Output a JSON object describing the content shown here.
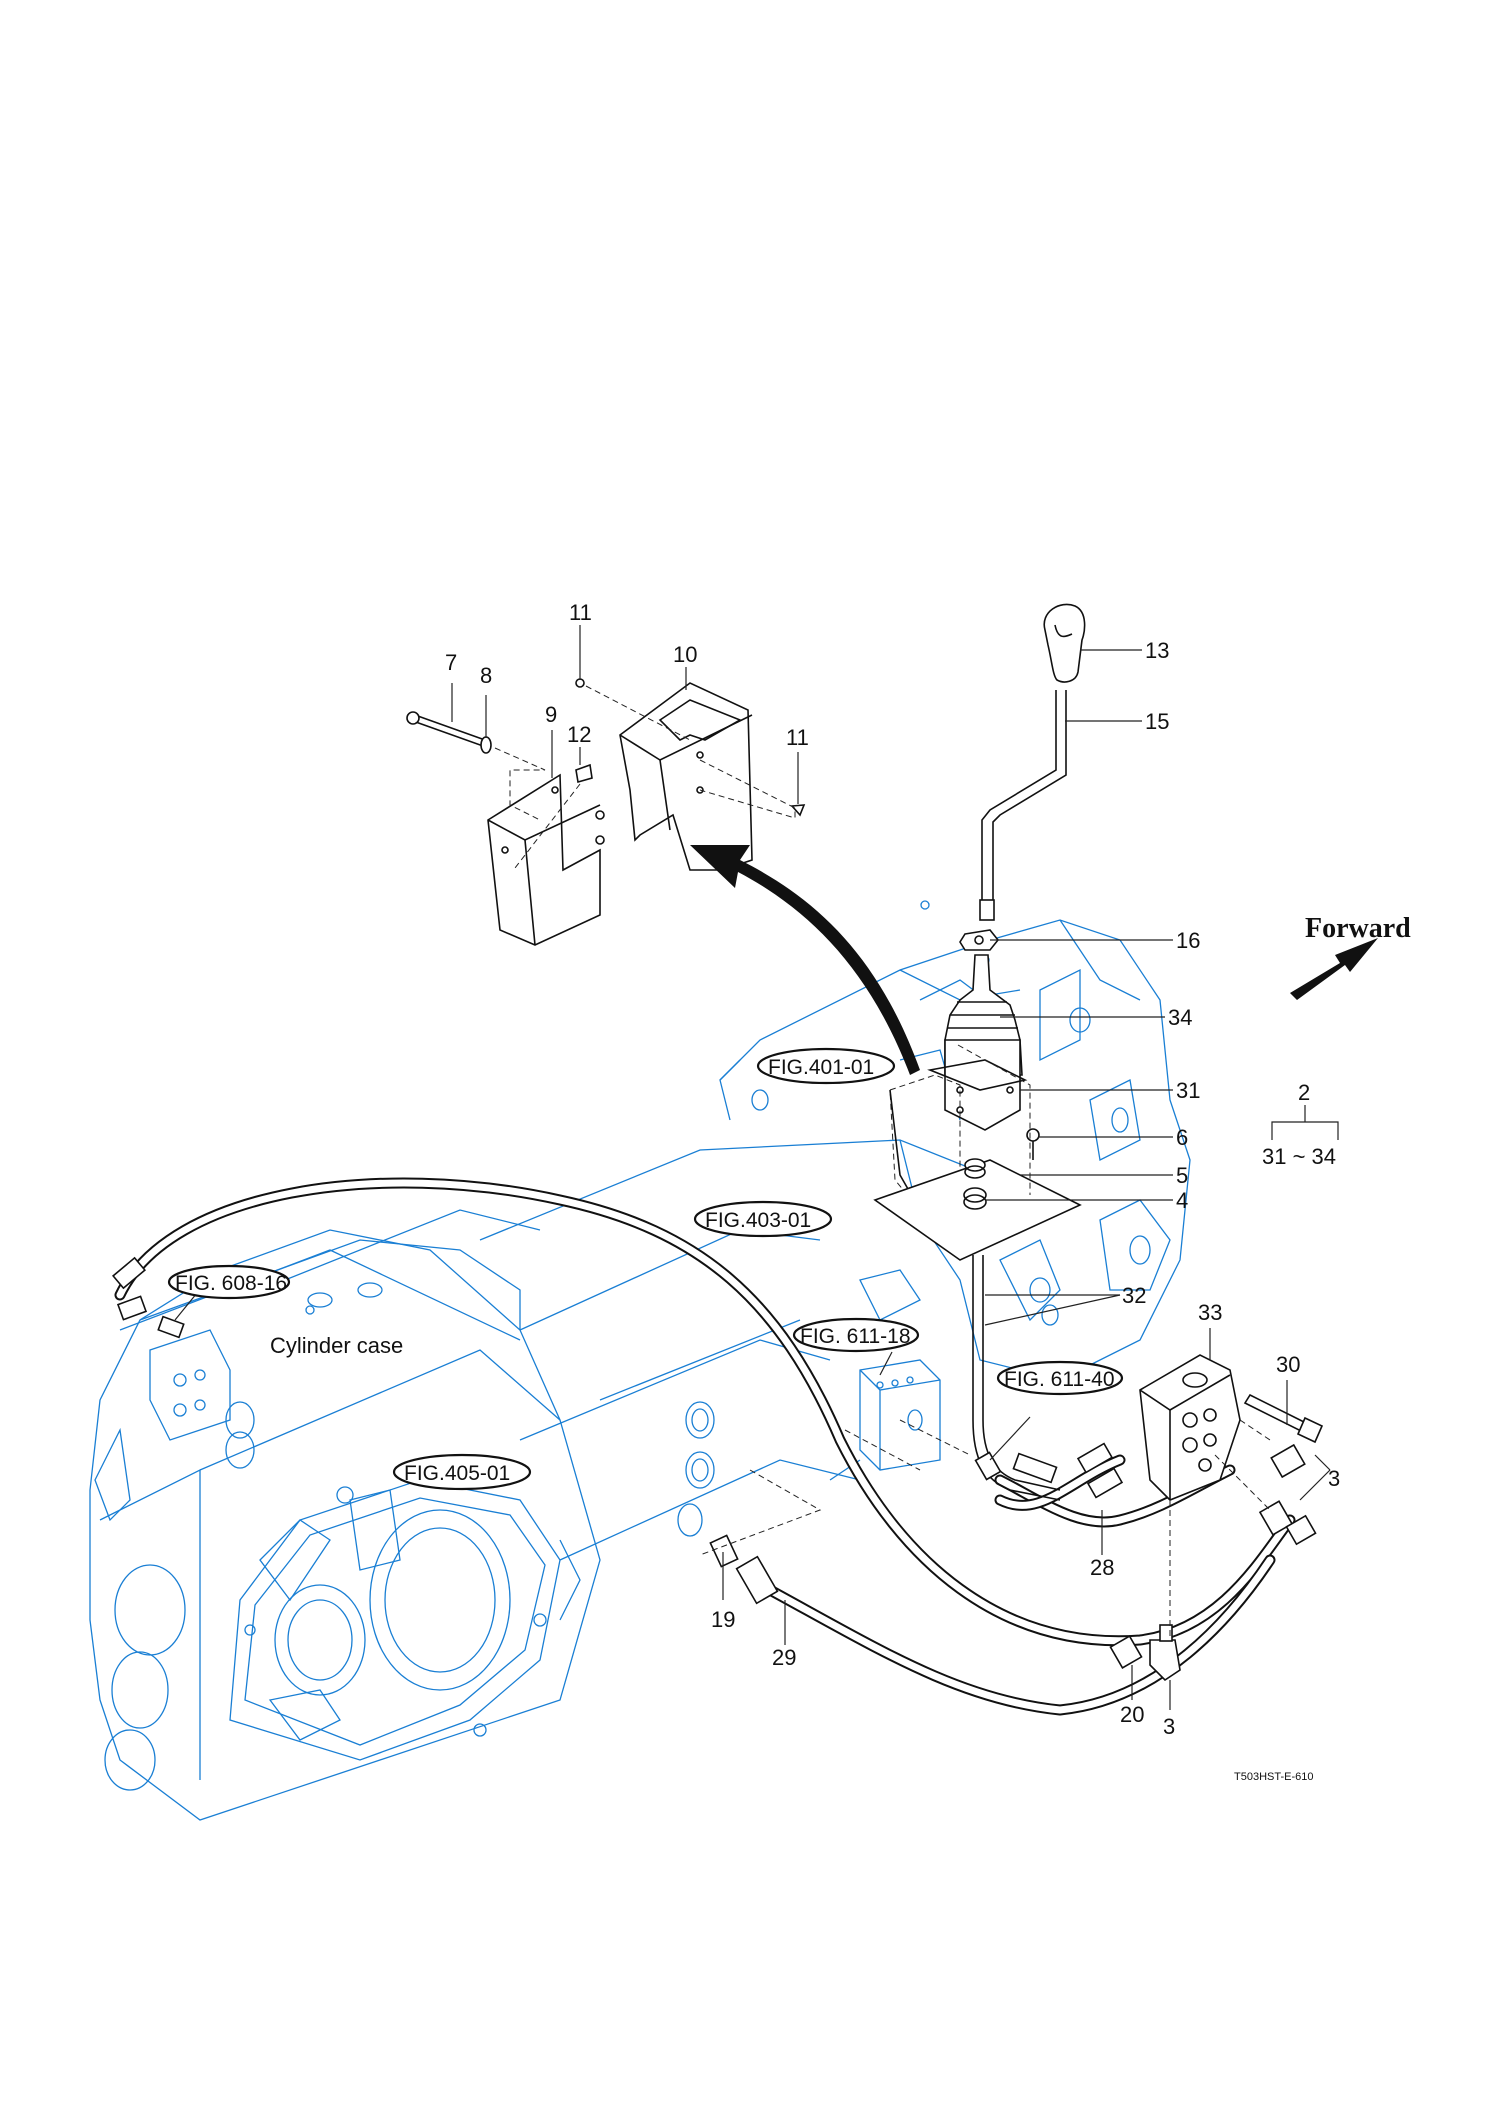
{
  "diagram": {
    "drawing_id": "T503HST-E-610",
    "direction_label": "Forward",
    "assembly_bracket": {
      "parent": "2",
      "range": "31 ~ 34"
    },
    "component_label": "Cylinder case",
    "figure_refs": [
      {
        "id": "fig-401-01",
        "label": "FIG.401-01"
      },
      {
        "id": "fig-403-01",
        "label": "FIG.403-01"
      },
      {
        "id": "fig-405-01",
        "label": "FIG.405-01"
      },
      {
        "id": "fig-608-16",
        "label": "FIG. 608-16"
      },
      {
        "id": "fig-611-18",
        "label": "FIG. 611-18"
      },
      {
        "id": "fig-611-40",
        "label": "FIG. 611-40"
      }
    ],
    "callouts": [
      {
        "part": "11",
        "desc": "screw (upper left of cover)"
      },
      {
        "part": "10",
        "desc": "lever cover"
      },
      {
        "part": "7",
        "desc": "bolt"
      },
      {
        "part": "8",
        "desc": "washer"
      },
      {
        "part": "9",
        "desc": "bracket"
      },
      {
        "part": "12",
        "desc": "bolt"
      },
      {
        "part": "11",
        "desc": "screw (right of cover)"
      },
      {
        "part": "13",
        "desc": "knob"
      },
      {
        "part": "15",
        "desc": "lever"
      },
      {
        "part": "16",
        "desc": "nut"
      },
      {
        "part": "34",
        "desc": "boot"
      },
      {
        "part": "31",
        "desc": "lever housing"
      },
      {
        "part": "6",
        "desc": "bolt"
      },
      {
        "part": "5",
        "desc": "spring"
      },
      {
        "part": "4",
        "desc": "spring"
      },
      {
        "part": "32",
        "desc": "rod"
      },
      {
        "part": "33",
        "desc": "valve"
      },
      {
        "part": "30",
        "desc": "bolt"
      },
      {
        "part": "3",
        "desc": "elbow (right)"
      },
      {
        "part": "28",
        "desc": "hose"
      },
      {
        "part": "19",
        "desc": "connector"
      },
      {
        "part": "29",
        "desc": "hose"
      },
      {
        "part": "20",
        "desc": "connector"
      },
      {
        "part": "3",
        "desc": "elbow (bottom)"
      }
    ]
  }
}
